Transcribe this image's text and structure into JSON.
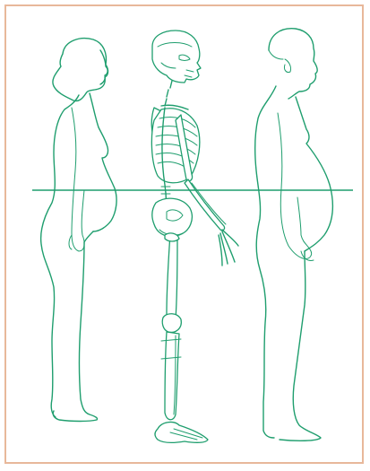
{
  "diagram": {
    "figures": [
      {
        "id": "woman",
        "kind": "female-profile-outline"
      },
      {
        "id": "skeleton",
        "kind": "skeleton-profile"
      },
      {
        "id": "man",
        "kind": "male-profile-outline"
      }
    ],
    "colors": {
      "ink": "#1f9e6e",
      "frame_border": "#e8b89a",
      "background": "#ffffff"
    }
  }
}
